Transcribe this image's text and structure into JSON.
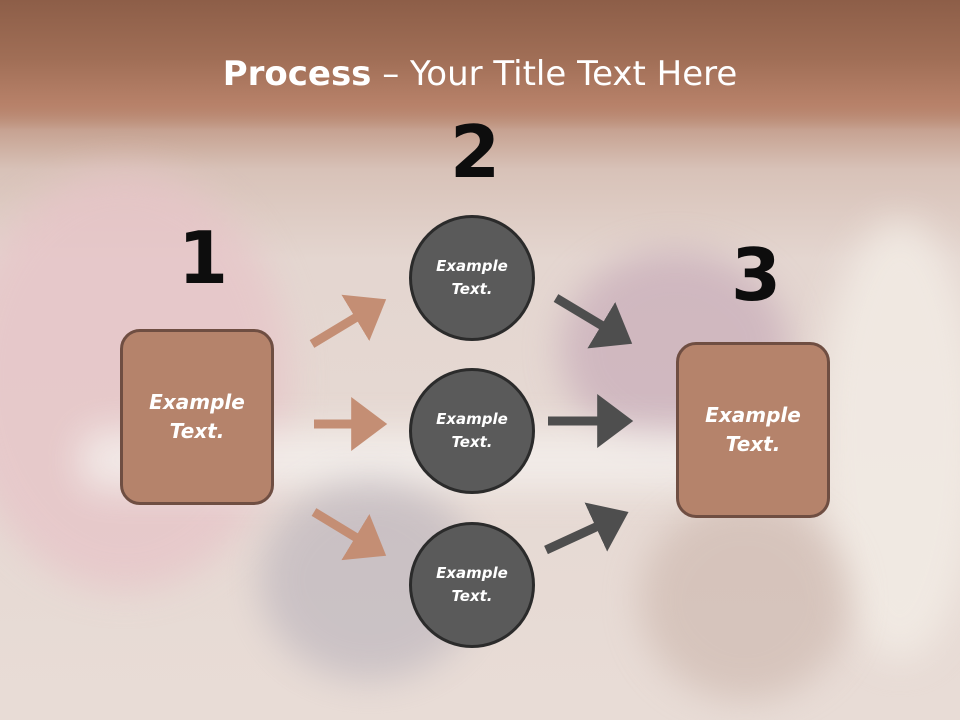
{
  "title": {
    "bold": "Process",
    "rest": " – Your Title Text Here"
  },
  "steps": [
    {
      "number": "1",
      "label": "Example\nText."
    },
    {
      "number": "2",
      "label": "Example\nText."
    },
    {
      "number": "3",
      "label": "Example\nText."
    }
  ],
  "circles": [
    {
      "label": "Example\nText."
    },
    {
      "label": "Example\nText."
    },
    {
      "label": "Example\nText."
    }
  ],
  "colors": {
    "box_fill": "#b5836b",
    "circle_fill": "#5a5a5a",
    "arrow_left": "#c48e74",
    "arrow_right": "#4e4e4e",
    "title_band": "#a06e56"
  }
}
